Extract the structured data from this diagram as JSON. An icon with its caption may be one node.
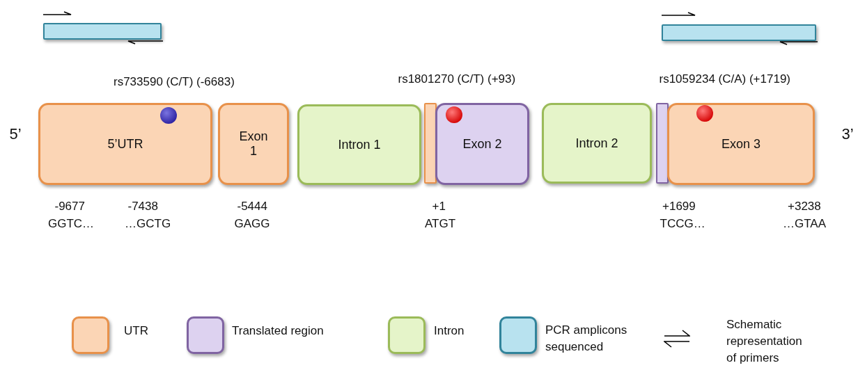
{
  "diagram": {
    "nodes": [
      {
        "text": [],
        "shape": "bar"
      },
      {
        "text": [],
        "shape": "bar"
      },
      {
        "text": [
          "5’UTR"
        ]
      },
      {
        "text": [
          "Exon 1"
        ]
      },
      {
        "text": [
          "Intron 1"
        ]
      },
      {
        "text": [],
        "shape": "bar"
      },
      {
        "text": [
          "Exon 2"
        ]
      },
      {
        "text": [
          "Intron 2"
        ]
      },
      {
        "text": [],
        "shape": "bar"
      },
      {
        "text": [
          "Exon 3"
        ]
      }
    ],
    "labels": [
      "rs733590 (C/T) (-6683)",
      "rs1801270 (C/T) (+93)",
      "rs1059234 (C/A) (+1719)",
      "5’",
      "3’",
      "-9677",
      "-7438",
      "-5444",
      "+1",
      "+1699",
      "+3238",
      "GGTC…",
      "…GCTG",
      "GAGG",
      "ATGT",
      "TCCG…",
      "…GTAA"
    ],
    "legend": [
      {
        "text": "UTR",
        "color": "#fbd5b5"
      },
      {
        "text": "Translated region",
        "color": "#ddd2f0"
      },
      {
        "text": "Intron",
        "color": "#e5f4c9"
      },
      {
        "text": "PCR amplicons sequenced",
        "color": "#b8e2ef"
      },
      {
        "text": "Schematic representation of primers"
      }
    ]
  }
}
